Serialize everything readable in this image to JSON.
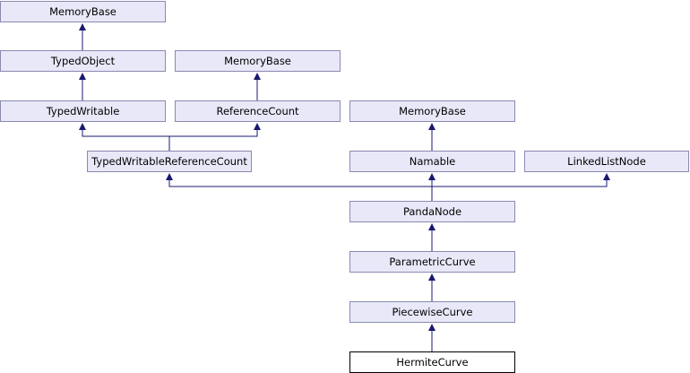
{
  "diagram": {
    "nodes": {
      "memorybase_1": "MemoryBase",
      "typedobject": "TypedObject",
      "memorybase_2": "MemoryBase",
      "typedwritable": "TypedWritable",
      "referencecount": "ReferenceCount",
      "memorybase_3": "MemoryBase",
      "typedwritablereferencecount": "TypedWritableReferenceCount",
      "namable": "Namable",
      "linkedlistnode": "LinkedListNode",
      "pandanode": "PandaNode",
      "parametriccurve": "ParametricCurve",
      "piecewisecurve": "PiecewiseCurve",
      "hermitecurve": "HermiteCurve"
    },
    "edges": [
      [
        "typedobject",
        "memorybase_1"
      ],
      [
        "typedwritable",
        "typedobject"
      ],
      [
        "referencecount",
        "memorybase_2"
      ],
      [
        "typedwritablereferencecount",
        "typedwritable"
      ],
      [
        "typedwritablereferencecount",
        "referencecount"
      ],
      [
        "namable",
        "memorybase_3"
      ],
      [
        "pandanode",
        "typedwritablereferencecount"
      ],
      [
        "pandanode",
        "namable"
      ],
      [
        "pandanode",
        "linkedlistnode"
      ],
      [
        "parametriccurve",
        "pandanode"
      ],
      [
        "piecewisecurve",
        "parametriccurve"
      ],
      [
        "hermitecurve",
        "piecewisecurve"
      ]
    ],
    "colors": {
      "edge": "#191970",
      "node_fill": "#e8e8f8",
      "node_border": "#8a8ab0",
      "current_border": "#000000"
    }
  }
}
